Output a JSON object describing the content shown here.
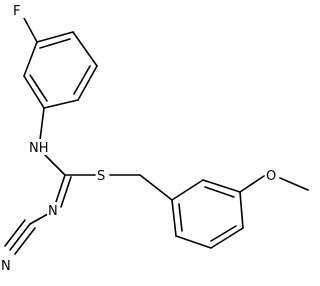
{
  "figure": {
    "type": "chemical-structure",
    "bond_color": "#000000",
    "background": "#ffffff"
  },
  "atoms": {
    "fluorine": "F",
    "amine": "NH",
    "sulfur": "S",
    "imine_nitrogen": "N",
    "nitrile_nitrogen": "N",
    "methoxy_oxygen": "O"
  }
}
